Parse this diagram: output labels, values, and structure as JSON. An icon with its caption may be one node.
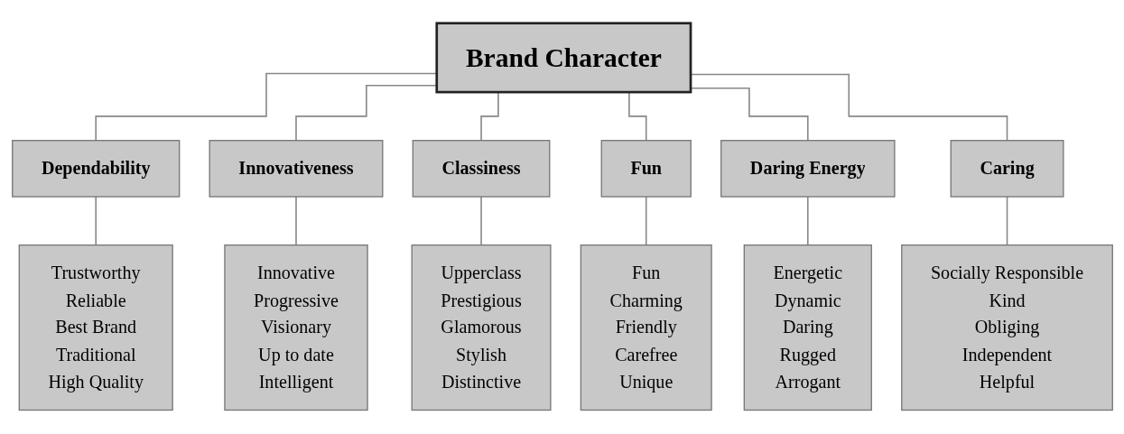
{
  "diagram": {
    "nodes": [
      {
        "text": [
          "Brand Character"
        ]
      },
      {
        "text": [
          "Dependability"
        ]
      },
      {
        "text": [
          "Innovativeness"
        ]
      },
      {
        "text": [
          "Classiness"
        ]
      },
      {
        "text": [
          "Fun"
        ]
      },
      {
        "text": [
          "Daring  Energy"
        ]
      },
      {
        "text": [
          "Caring"
        ]
      },
      {
        "text": [
          "Trustworthy",
          "Reliable",
          "Best Brand",
          "Traditional",
          "High Quality"
        ]
      },
      {
        "text": [
          "Innovative",
          "Progressive",
          "Visionary",
          "Up to date",
          "Intelligent"
        ]
      },
      {
        "text": [
          "Upperclass",
          "Prestigious",
          "Glamorous",
          "Stylish",
          "Distinctive"
        ]
      },
      {
        "text": [
          "Fun",
          "Charming",
          "Friendly",
          "Carefree",
          "Unique"
        ]
      },
      {
        "text": [
          "Energetic",
          "Dynamic",
          "Daring",
          "Rugged",
          "Arrogant"
        ]
      },
      {
        "text": [
          "Socially Responsible",
          "Kind",
          "Obliging",
          "Independent",
          "Helpful"
        ]
      }
    ],
    "edges": [
      {
        "from": 0,
        "to": 1,
        "arrow": "none"
      },
      {
        "from": 0,
        "to": 2,
        "arrow": "none"
      },
      {
        "from": 0,
        "to": 3,
        "arrow": "none"
      },
      {
        "from": 0,
        "to": 4,
        "arrow": "none"
      },
      {
        "from": 0,
        "to": 5,
        "arrow": "none"
      },
      {
        "from": 0,
        "to": 6,
        "arrow": "none"
      },
      {
        "from": 1,
        "to": 7,
        "arrow": "none"
      },
      {
        "from": 2,
        "to": 8,
        "arrow": "none"
      },
      {
        "from": 3,
        "to": 9,
        "arrow": "none"
      },
      {
        "from": 4,
        "to": 10,
        "arrow": "none"
      },
      {
        "from": 5,
        "to": 11,
        "arrow": "none"
      },
      {
        "from": 6,
        "to": 12,
        "arrow": "none"
      }
    ]
  }
}
